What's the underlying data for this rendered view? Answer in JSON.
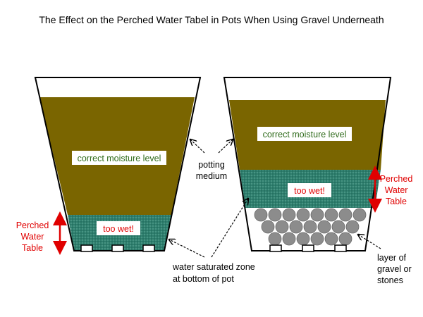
{
  "title": "The Effect on the Perched Water Tabel in Pots When Using Gravel Underneath",
  "left_pot": {
    "moisture_label": "correct moisture level",
    "wet_label": "too wet!",
    "perched_label": [
      "Perched",
      "Water",
      "Table"
    ]
  },
  "right_pot": {
    "moisture_label": "correct moisture level",
    "wet_label": "too wet!",
    "perched_label": [
      "Perched",
      "Water",
      "Table"
    ]
  },
  "annotations": {
    "potting_medium": [
      "potting",
      "medium"
    ],
    "saturated_zone": [
      "water saturated zone",
      "at bottom of pot"
    ],
    "gravel_layer": [
      "layer of",
      "gravel or",
      "stones"
    ]
  },
  "colors": {
    "soil": "#7a6500",
    "water": "#2e7f6e",
    "gravel": "#8c8c8c",
    "label_green": "#2f6b1b",
    "label_red": "#e00000"
  }
}
